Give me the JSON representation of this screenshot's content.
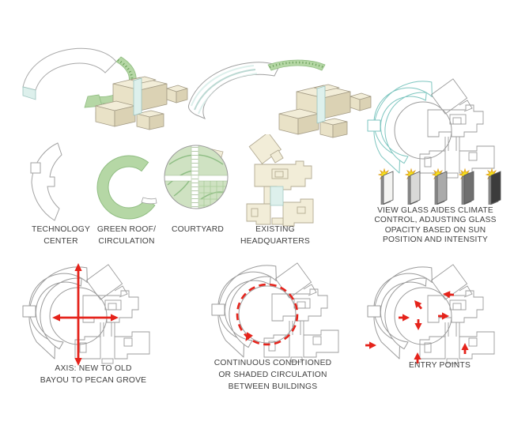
{
  "colors": {
    "red_accent": "#e5231b",
    "green_roof": "#b5d7a5",
    "green_dark": "#8fbe82",
    "beige_top": "#f2edd8",
    "beige_front": "#e9e2c7",
    "beige_side": "#dbd2b4",
    "beige_outline": "#b3ab93",
    "glass_blue": "#ddf0ec",
    "teal_outline": "#7ec6c0",
    "plan_outline": "#9b9b9b",
    "text_color": "#3f3f3f",
    "sun_yellow": "#f6e31c",
    "sun_orange": "#dd9c16"
  },
  "legend": {
    "items": [
      {
        "label": "TECHNOLOGY\nCENTER",
        "icon": "technology-center-plan-icon"
      },
      {
        "label": "GREEN ROOF/\nCIRCULATION",
        "icon": "green-roof-ring-icon"
      },
      {
        "label": "COURTYARD",
        "icon": "courtyard-plan-icon"
      },
      {
        "label": "EXISTING\nHEADQUARTERS",
        "icon": "headquarters-footprint-icon"
      }
    ]
  },
  "glass_feature": {
    "caption": "VIEW GLASS AIDES CLIMATE\nCONTROL, ADJUSTING GLASS\nOPACITY BASED ON SUN\nPOSITION AND INTENSITY",
    "panel_shades": [
      "#f4f4f2",
      "#d9d9d7",
      "#aaaaaa",
      "#6f6f6f",
      "#3c3c3c"
    ],
    "panel_count": 5,
    "sun_icon": "sunburst"
  },
  "diagrams": {
    "axis": {
      "caption": "AXIS: NEW TO OLD\nBAYOU TO PECAN GROVE",
      "overlay_icon": "double-headed-cross-arrows"
    },
    "circulation": {
      "caption": "CONTINUOUS CONDITIONED\nOR SHADED CIRCULATION\nBETWEEN BUILDINGS",
      "overlay_icon": "dashed-circle-arrow"
    },
    "entry": {
      "caption": "ENTRY POINTS",
      "overlay_icon": "inward-entry-arrows",
      "arrow_count": 8
    }
  }
}
